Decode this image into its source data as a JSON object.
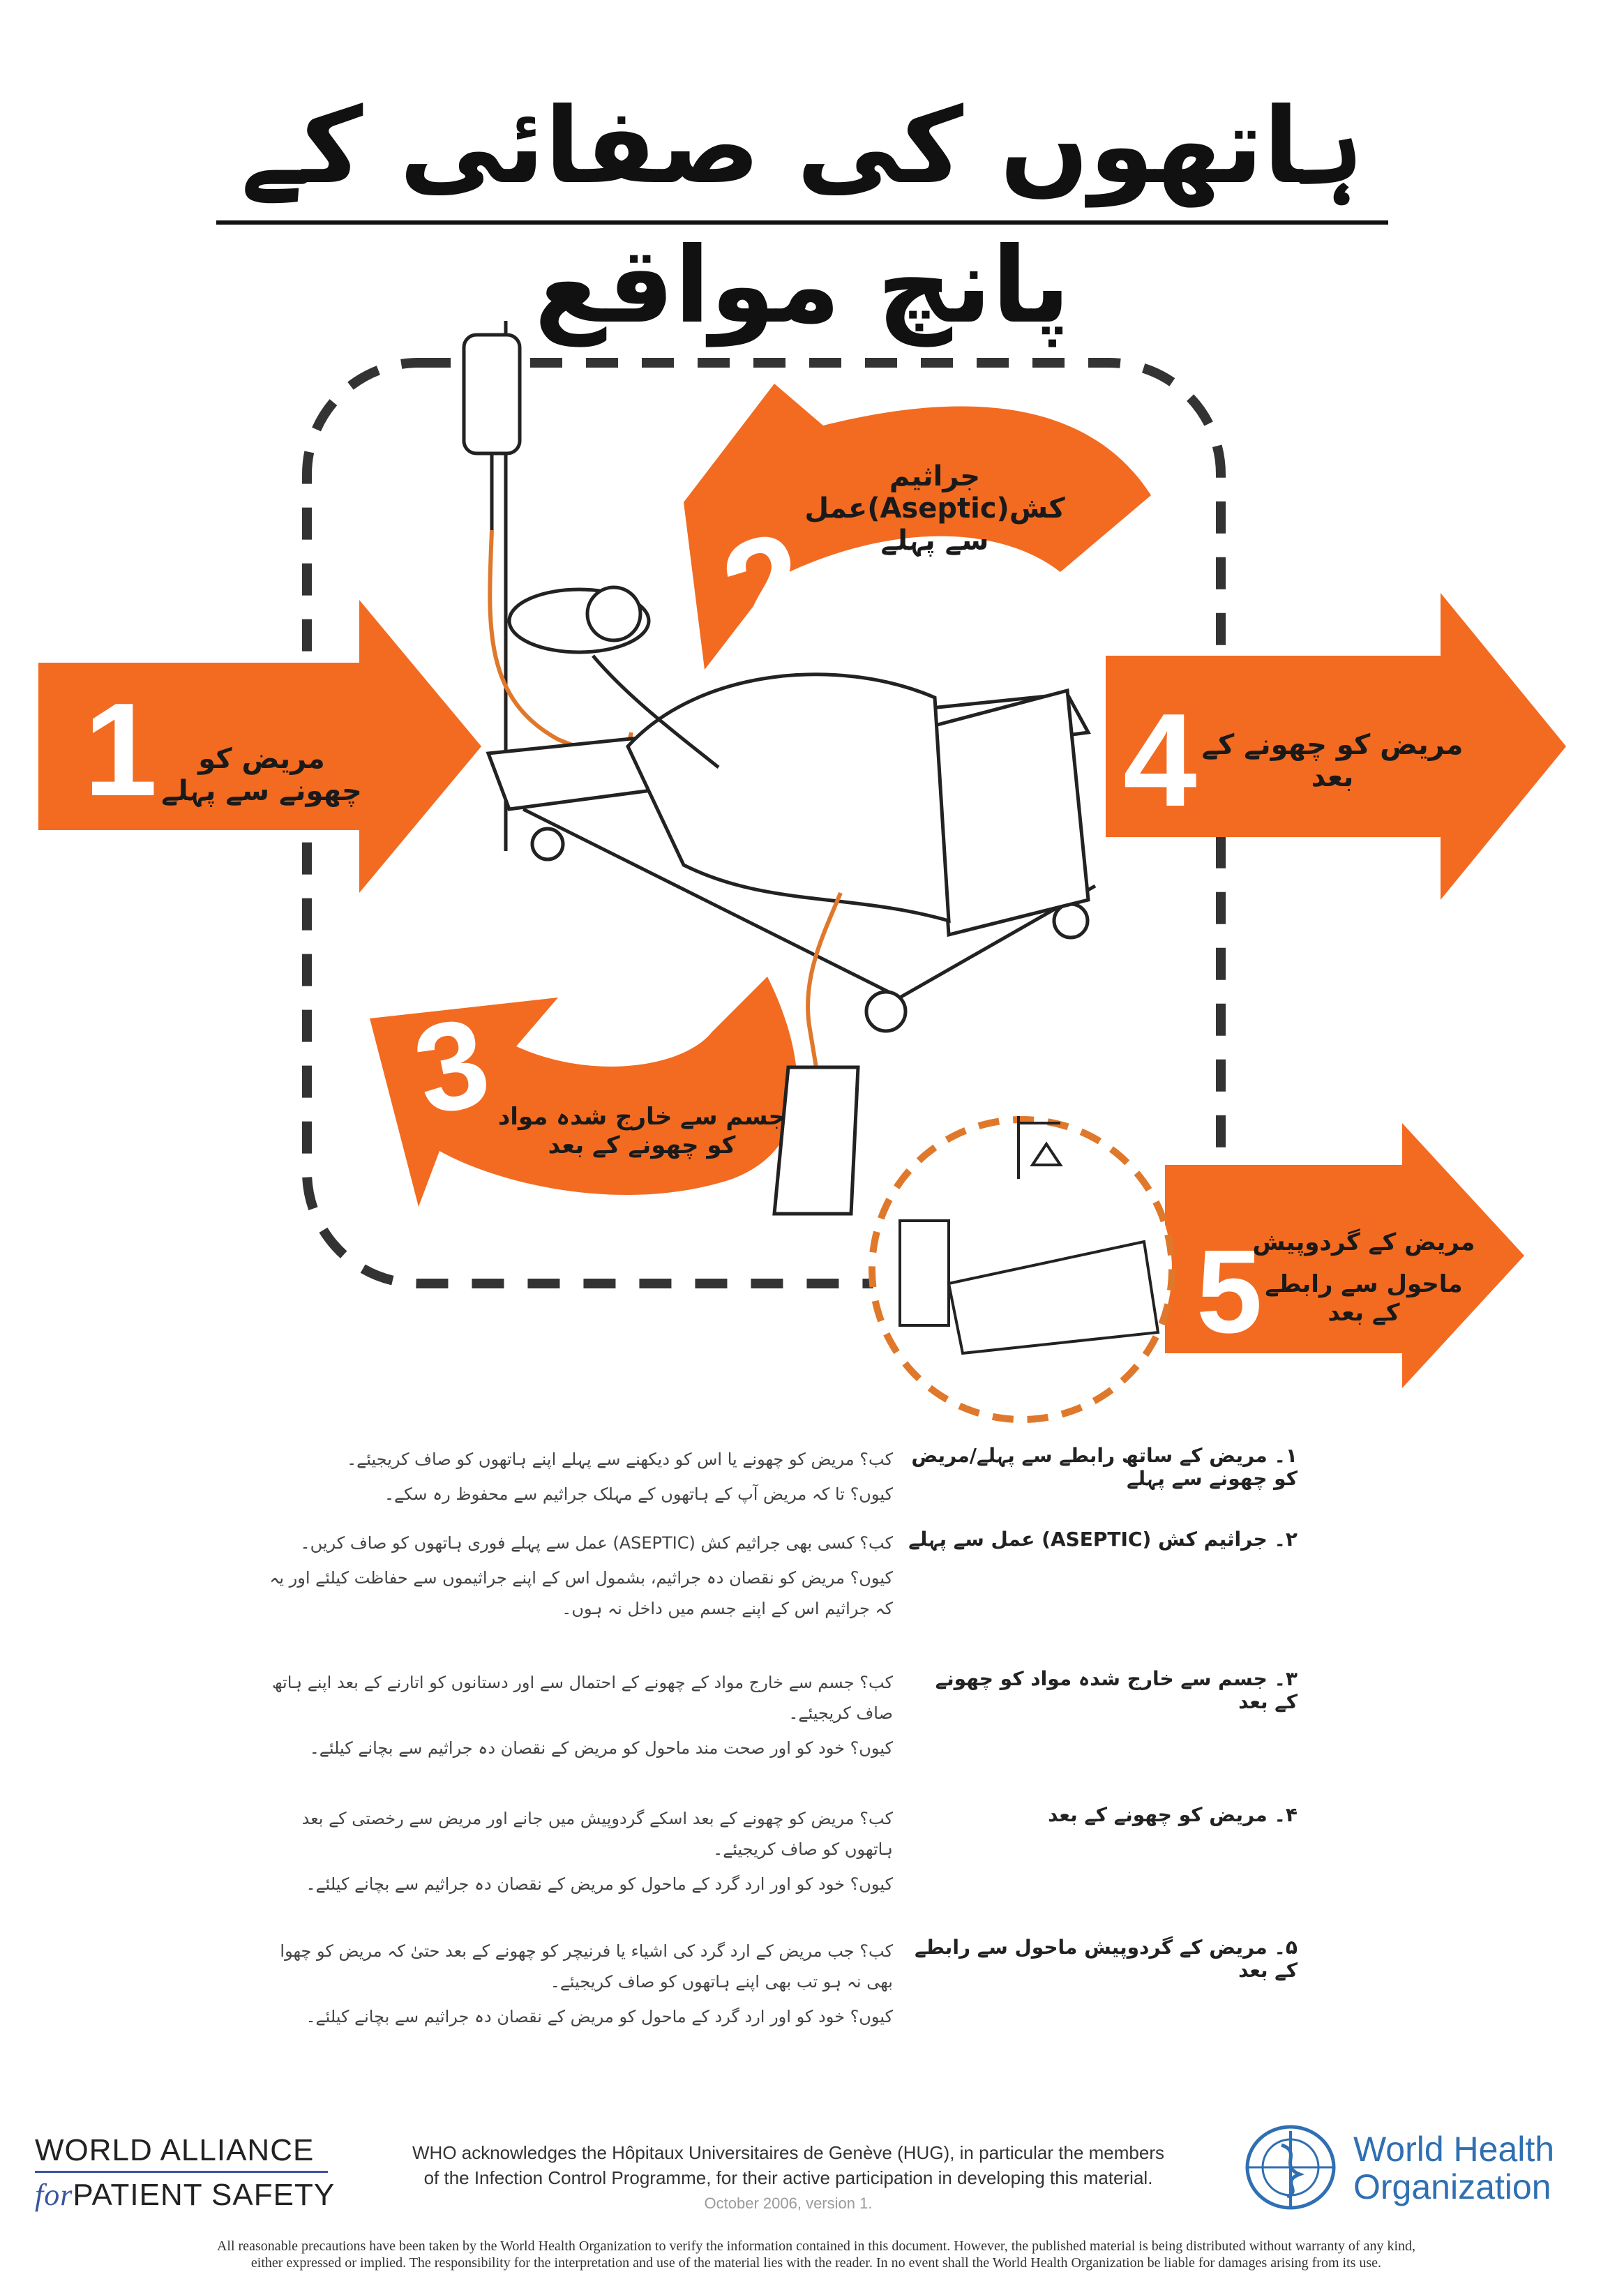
{
  "title": "ہاتھوں کی صفائی کے پانچ مواقع",
  "colors": {
    "accent": "#f26b21",
    "dash": "#333333",
    "who_blue": "#2f6fb2"
  },
  "moments": [
    {
      "number": "1",
      "label": "مریض کو چھونے سے پہلے"
    },
    {
      "number": "2",
      "label": "جراثیم کش(Aseptic)عمل سے پہلے"
    },
    {
      "number": "3",
      "label": "جسم سے خارج شدہ مواد کو چھونے کے بعد"
    },
    {
      "number": "4",
      "label": "مریض کو چھونے کے بعد"
    },
    {
      "number": "5",
      "label_line1": "مریض کے گردوپیش",
      "label_line2": "ماحول سے رابطے کے بعد"
    }
  ],
  "details": [
    {
      "heading": "۱۔ مریض کے ساتھ رابطے سے پہلے/مریض کو چھونے سے پہلے",
      "when": "کب؟ مریض کو چھونے یا اس کو دیکھنے سے پہلے اپنے ہاتھوں کو صاف کریجیئے۔",
      "why": "کیوں؟ تا کہ مریض آپ کے ہاتھوں کے مہلک جراثیم سے محفوظ رہ سکے۔"
    },
    {
      "heading": "۲۔ جراثیم کش (ASEPTIC) عمل سے پہلے",
      "when": "کب؟ کسی بھی جراثیم کش (ASEPTIC) عمل سے پہلے فوری ہاتھوں کو صاف کریں۔",
      "why": "کیوں؟ مریض کو نقصان دہ جراثیم، بشمول اس کے اپنے جراثیموں سے حفاظت کیلئے اور یہ کہ جراثیم اس کے اپنے جسم میں داخل نہ ہوں۔"
    },
    {
      "heading": "۳۔ جسم سے خارج شدہ مواد کو چھونے کے بعد",
      "when": "کب؟ جسم سے خارج مواد کے چھونے کے احتمال سے اور دستانوں کو اتارنے کے بعد اپنے ہاتھ صاف کریجیئے۔",
      "why": "کیوں؟ خود کو اور صحت مند ماحول کو مریض کے نقصان دہ جراثیم سے بچانے کیلئے۔"
    },
    {
      "heading": "۴۔ مریض کو چھونے کے بعد",
      "when": "کب؟ مریض کو چھونے کے بعد اسکے گردوپیش میں جانے اور مریض سے رخصتی کے بعد ہاتھوں کو صاف کریجیئے۔",
      "why": "کیوں؟ خود کو اور ارد گرد کے ماحول کو مریض کے نقصان دہ جراثیم سے بچانے کیلئے۔"
    },
    {
      "heading": "۵۔ مریض کے گردوپیش ماحول سے رابطے کے بعد",
      "when": "کب؟ جب مریض کے ارد گرد کی اشیاء یا فرنیچر کو چھونے کے بعد حتیٰ کہ مریض کو چھوا بھی نہ ہو تب بھی اپنے ہاتھوں کو صاف کریجیئے۔",
      "why": "کیوں؟ خود کو اور ارد گرد کے ماحول کو مریض کے نقصان دہ جراثیم سے بچانے کیلئے۔"
    }
  ],
  "footer": {
    "alliance_line1": "WORLD ALLIANCE",
    "alliance_for": "for",
    "alliance_line2": "PATIENT SAFETY",
    "ack_line1": "WHO acknowledges the Hôpitaux Universitaires de Genève (HUG), in particular the members",
    "ack_line2": "of the Infection Control Programme, for their active participation in developing this material.",
    "version": "October 2006, version 1.",
    "who_line1": "World Health",
    "who_line2": "Organization",
    "disclaimer_line1": "All reasonable precautions have been taken by the World Health Organization to verify the information contained in this document. However, the published material is being distributed without warranty of any kind,",
    "disclaimer_line2": "either expressed or implied. The responsibility for the interpretation and use of the material lies with the reader. In no event shall the World Health Organization be liable for damages arising from its use."
  }
}
